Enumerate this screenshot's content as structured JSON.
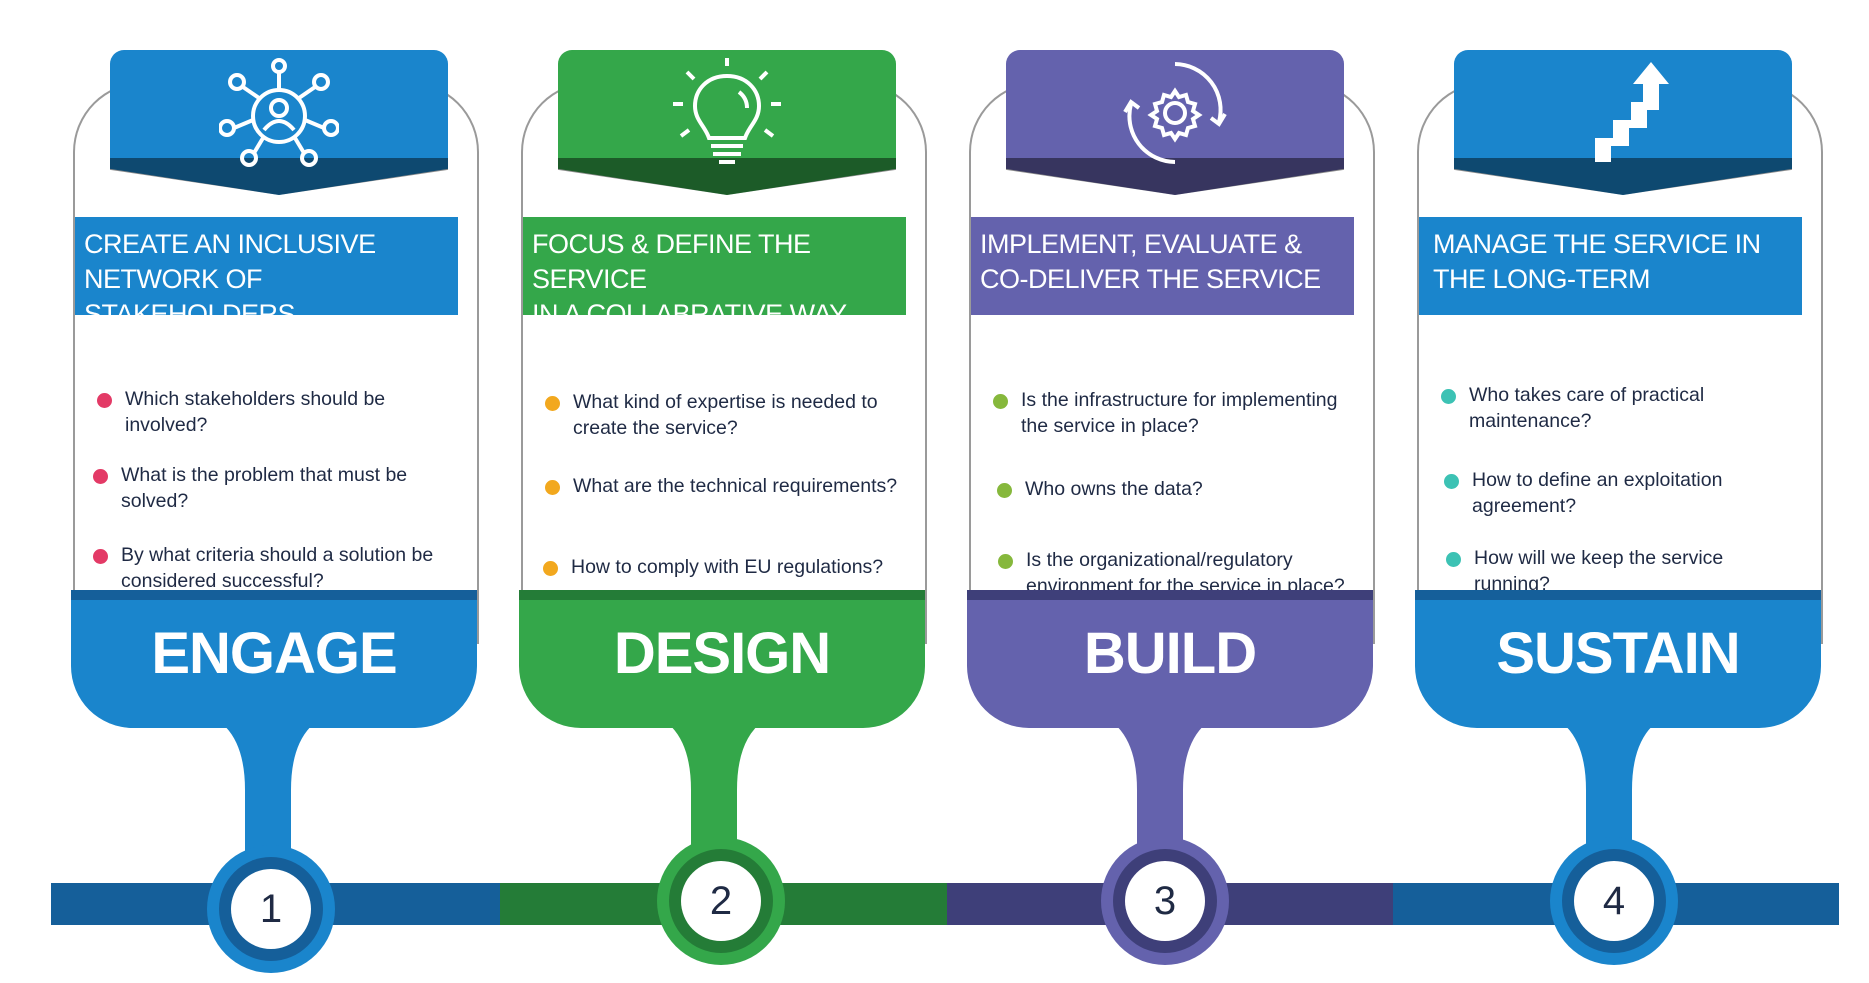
{
  "colors": {
    "engage": "#1a85cc",
    "engage_dark": "#155f9a",
    "design": "#34a74a",
    "design_dark": "#247c37",
    "build": "#6462ad",
    "build_dark": "#3e3f79",
    "sustain": "#1a85cc",
    "sustain_dark": "#155f9a",
    "dot_engage": "#e33a66",
    "dot_design": "#f2a81e",
    "dot_build": "#86b83c",
    "dot_sustain": "#3cc2b4"
  },
  "phases": [
    {
      "key": "engage",
      "icon": "network-user-icon",
      "title_line1": "CREATE AN INCLUSIVE",
      "title_line2": "NETWORK OF STAKEHOLDERS",
      "questions": [
        {
          "line1": "Which stakeholders should be",
          "line2": "involved?"
        },
        {
          "line1": "What is the problem that must be",
          "line2": "solved?"
        },
        {
          "line1": "By what criteria should a solution be",
          "line2": "considered successful?"
        }
      ],
      "label": "ENGAGE",
      "number": "1"
    },
    {
      "key": "design",
      "icon": "lightbulb-icon",
      "title_line1": "FOCUS & DEFINE THE SERVICE",
      "title_line2": "IN A COLLABRATIVE WAY",
      "questions": [
        {
          "line1": "What kind of expertise is needed to",
          "line2": "create the service?"
        },
        {
          "line1": "What are the technical requirements?",
          "line2": ""
        },
        {
          "line1": "How to comply with  EU regulations?",
          "line2": ""
        }
      ],
      "label": "DESIGN",
      "number": "2"
    },
    {
      "key": "build",
      "icon": "gear-cycle-icon",
      "title_line1": "IMPLEMENT, EVALUATE &",
      "title_line2": "CO-DELIVER THE SERVICE",
      "questions": [
        {
          "line1": "Is the infrastructure for implementing",
          "line2": "the service in place?"
        },
        {
          "line1": "Who owns the data?",
          "line2": ""
        },
        {
          "line1": "Is the organizational/regulatory",
          "line2": "environment for the service in place?"
        }
      ],
      "label": "BUILD",
      "number": "3"
    },
    {
      "key": "sustain",
      "icon": "stairs-arrow-icon",
      "title_line1": "MANAGE THE SERVICE IN",
      "title_line2": "THE LONG-TERM",
      "questions": [
        {
          "line1": "Who takes care of practical",
          "line2": "maintenance?"
        },
        {
          "line1": "How to define an exploitation",
          "line2": "agreement?"
        },
        {
          "line1": "How will we keep the service",
          "line2": "running?"
        }
      ],
      "label": "SUSTAIN",
      "number": "4"
    }
  ]
}
